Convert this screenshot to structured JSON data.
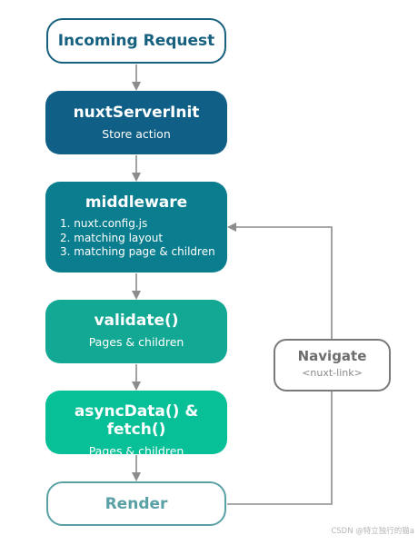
{
  "nodes": {
    "incoming": {
      "title": "Incoming Request"
    },
    "server": {
      "title": "nuxtServerInit",
      "sub": "Store action"
    },
    "middleware": {
      "title": "middleware",
      "items": [
        "1. nuxt.config.js",
        "2. matching layout",
        "3. matching page & children"
      ]
    },
    "validate": {
      "title": "validate()",
      "sub": "Pages & children"
    },
    "async": {
      "title": "asyncData() & fetch()",
      "sub": "Pages & children"
    },
    "render": {
      "title": "Render"
    },
    "navigate": {
      "title": "Navigate",
      "sub": "<nuxt-link>"
    }
  },
  "watermark": "CSDN @特立独行的猫a",
  "colors": {
    "arrow": "#8c8c8c",
    "server": "#0f5f86",
    "middleware": "#0a7d8f",
    "validate": "#13a894",
    "async": "#08c098",
    "incoming_border": "#17607f",
    "render_border": "#5aa1a6",
    "navigate_border": "#7a7a7a"
  }
}
